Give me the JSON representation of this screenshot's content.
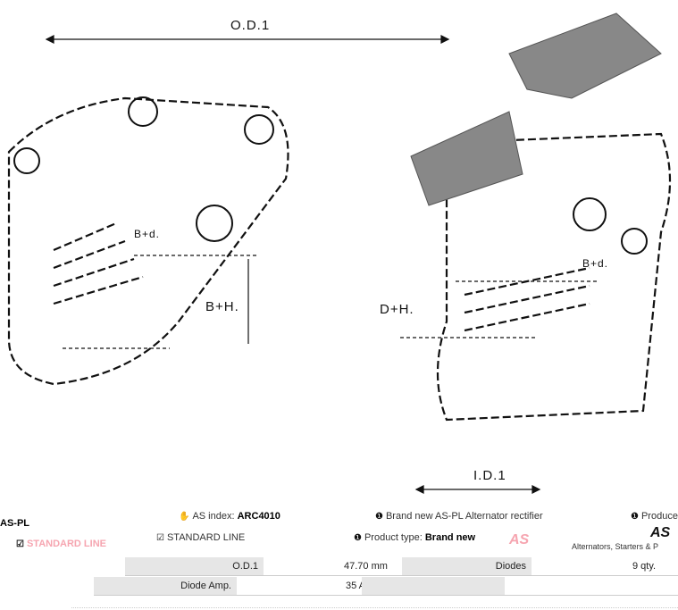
{
  "dimensions": {
    "outer_diameter": "O.D.1",
    "bolt_diameter": "B+d.",
    "bolt_height": "B+H.",
    "diode_height": "D+H.",
    "inner_diameter": "I.D.1"
  },
  "info": {
    "brand": "AS-PL",
    "brand_line": "STANDARD LINE",
    "as_index_label": "AS index:",
    "as_index_value": "ARC4010",
    "standard_line": "STANDARD LINE",
    "description": "Brand new AS-PL Alternator rectifier",
    "product_type_label": "Product type:",
    "product_type_value": "Brand new",
    "producer_label": "Produce",
    "logo_text": "AS",
    "logo_tagline": "Alternators, Starters & P"
  },
  "specs": [
    {
      "label": "O.D.1",
      "value": "47.70 mm"
    },
    {
      "label": "Diodes",
      "value": "9 qty."
    },
    {
      "label": "Diode Amp.",
      "value": "35 A"
    }
  ],
  "colors": {
    "accent": "#f6a5b0",
    "table_label_bg": "#e6e6e6"
  }
}
